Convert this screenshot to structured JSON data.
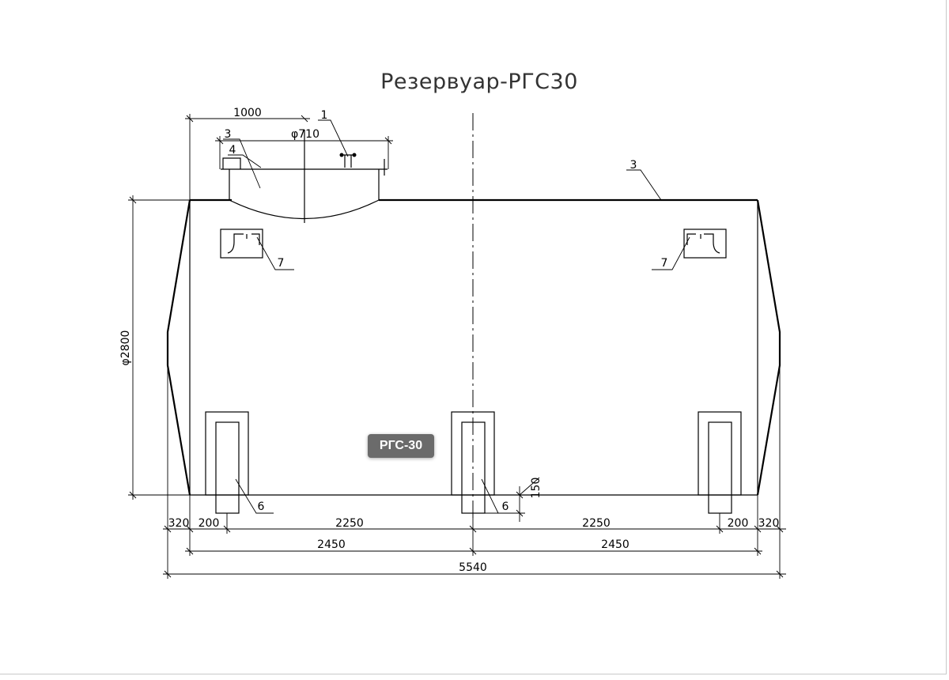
{
  "drawing": {
    "title": "Резервуар-РГС30",
    "badge": "РГС-30",
    "dimensions": {
      "neck_offset": "1000",
      "neck_diameter": "φ710",
      "tank_diameter": "φ2800",
      "support_height": "150",
      "end_left": "320",
      "end_right": "320",
      "support_left": "200",
      "support_right": "200",
      "inner_left": "2250",
      "inner_right": "2250",
      "half_left": "2450",
      "half_right": "2450",
      "total_length": "5540"
    },
    "callouts": {
      "neck_valve": "1",
      "neck_shell": "3",
      "neck_inner": "4",
      "shell": "3",
      "ladder_left": "7",
      "ladder_right": "7",
      "support_left": "6",
      "support_center": "6"
    }
  }
}
